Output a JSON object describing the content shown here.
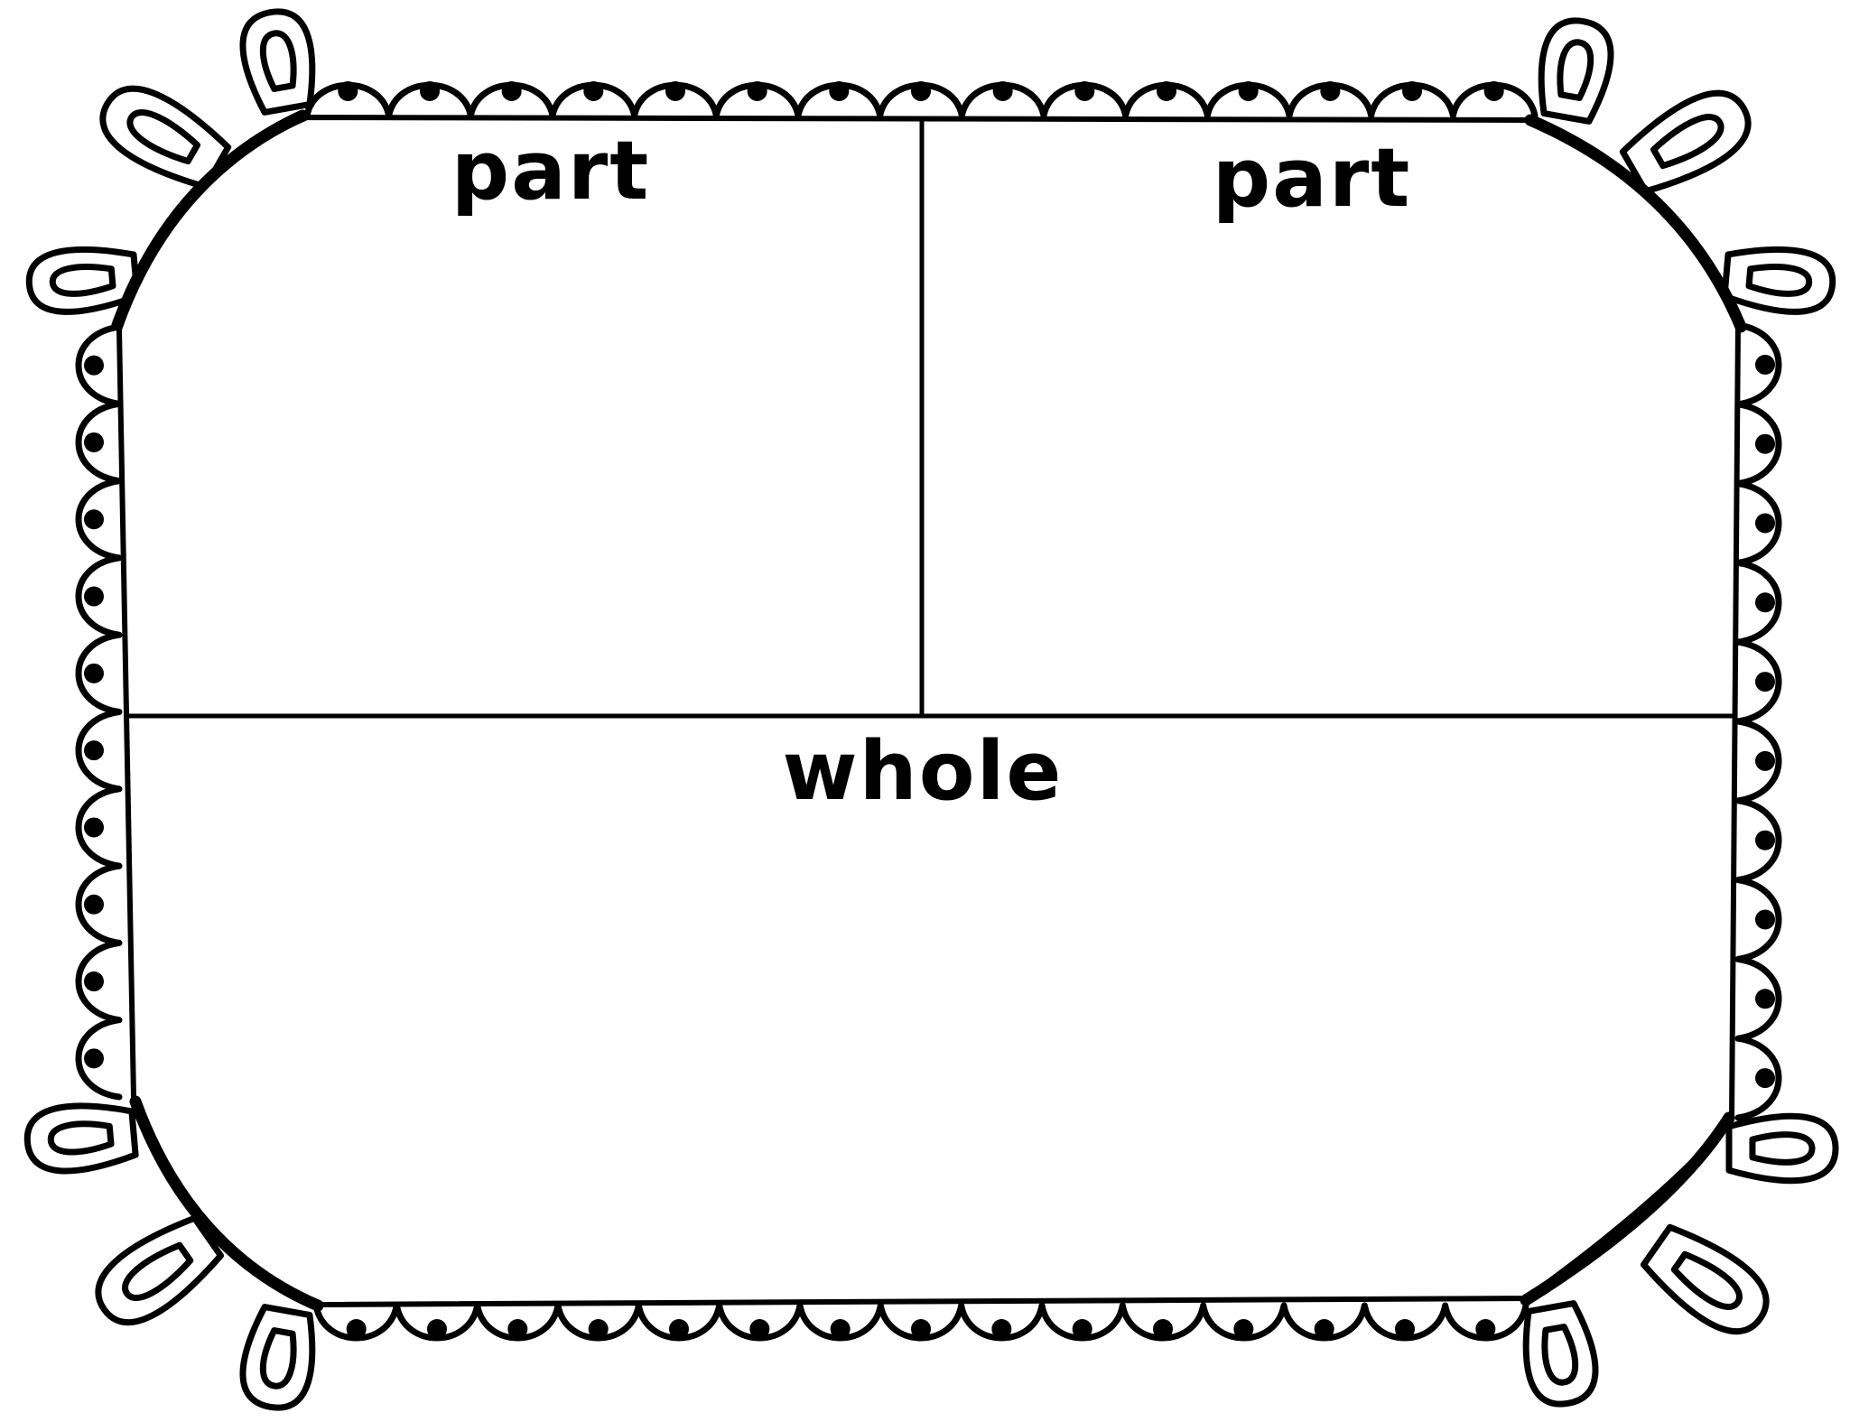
{
  "diagram": {
    "type": "part-part-whole graphic organizer",
    "labels": {
      "part_left": "part",
      "part_right": "part",
      "whole": "whole"
    }
  },
  "colors": {
    "ink": "#000000",
    "paper": "#ffffff"
  },
  "decorations": {
    "border": "scalloped-dotted-border",
    "corners": "curl-loop-ornaments"
  }
}
